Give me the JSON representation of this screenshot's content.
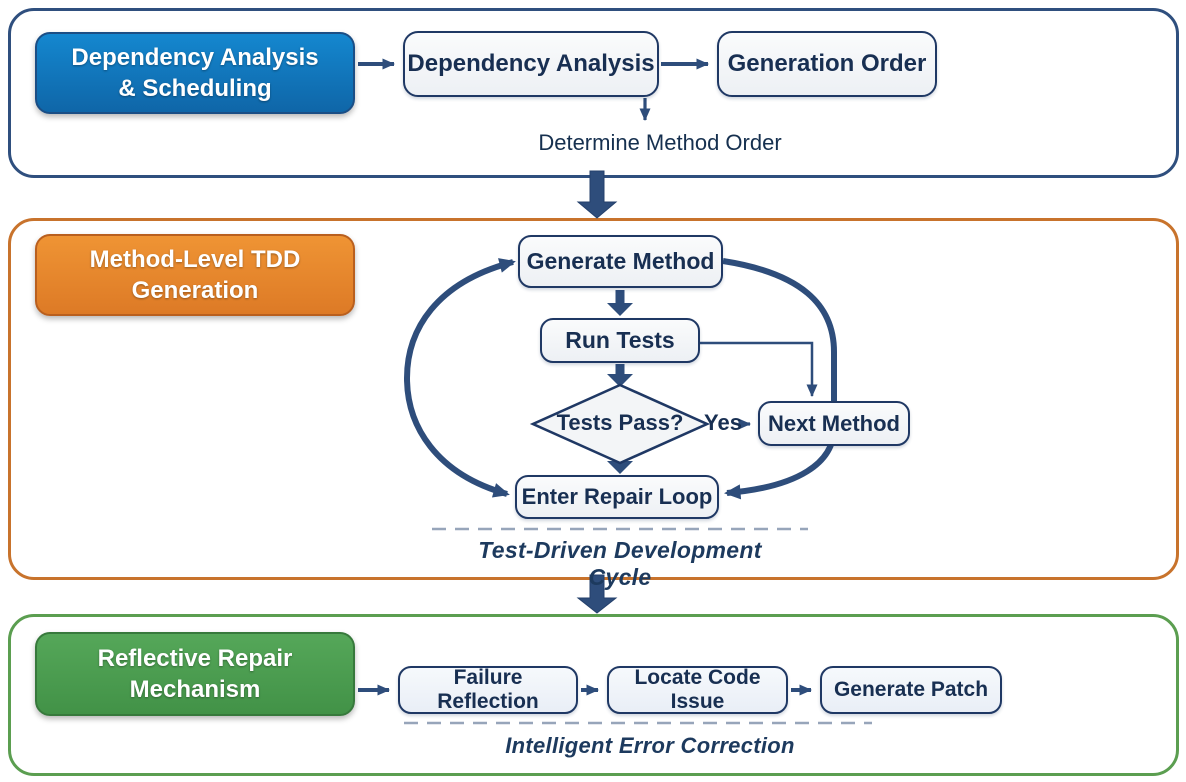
{
  "colors": {
    "arrow_navy": "#2e4d7b",
    "node_border": "#1f3864",
    "node_fill": "#f3f5f8",
    "node_text": "#182f52",
    "blue_header": "#1173b9",
    "orange_header": "#e6862f",
    "green_header": "#4d9d50",
    "frame1_border": "#2f4f7e",
    "frame2_border": "#c8732c",
    "frame3_border": "#5b9e50",
    "dashed_line": "#97a5ba",
    "caption_text": "#1d3a5e"
  },
  "section1": {
    "header_line1": "Dependency Analysis",
    "header_line2": "& Scheduling",
    "node1": "Dependency Analysis",
    "node2": "Generation Order",
    "note": "Determine Method Order"
  },
  "section2": {
    "header_line1": "Method-Level TDD",
    "header_line2": "Generation",
    "node_generate": "Generate Method",
    "node_run": "Run Tests",
    "node_decision": "Tests Pass?",
    "yes_label": "Yes",
    "node_next": "Next Method",
    "node_repair": "Enter Repair Loop",
    "caption": "Test-Driven Development Cycle"
  },
  "section3": {
    "header_line1": "Reflective Repair",
    "header_line2": "Mechanism",
    "node1": "Failure Reflection",
    "node2": "Locate Code Issue",
    "node3": "Generate Patch",
    "caption": "Intelligent Error Correction"
  }
}
